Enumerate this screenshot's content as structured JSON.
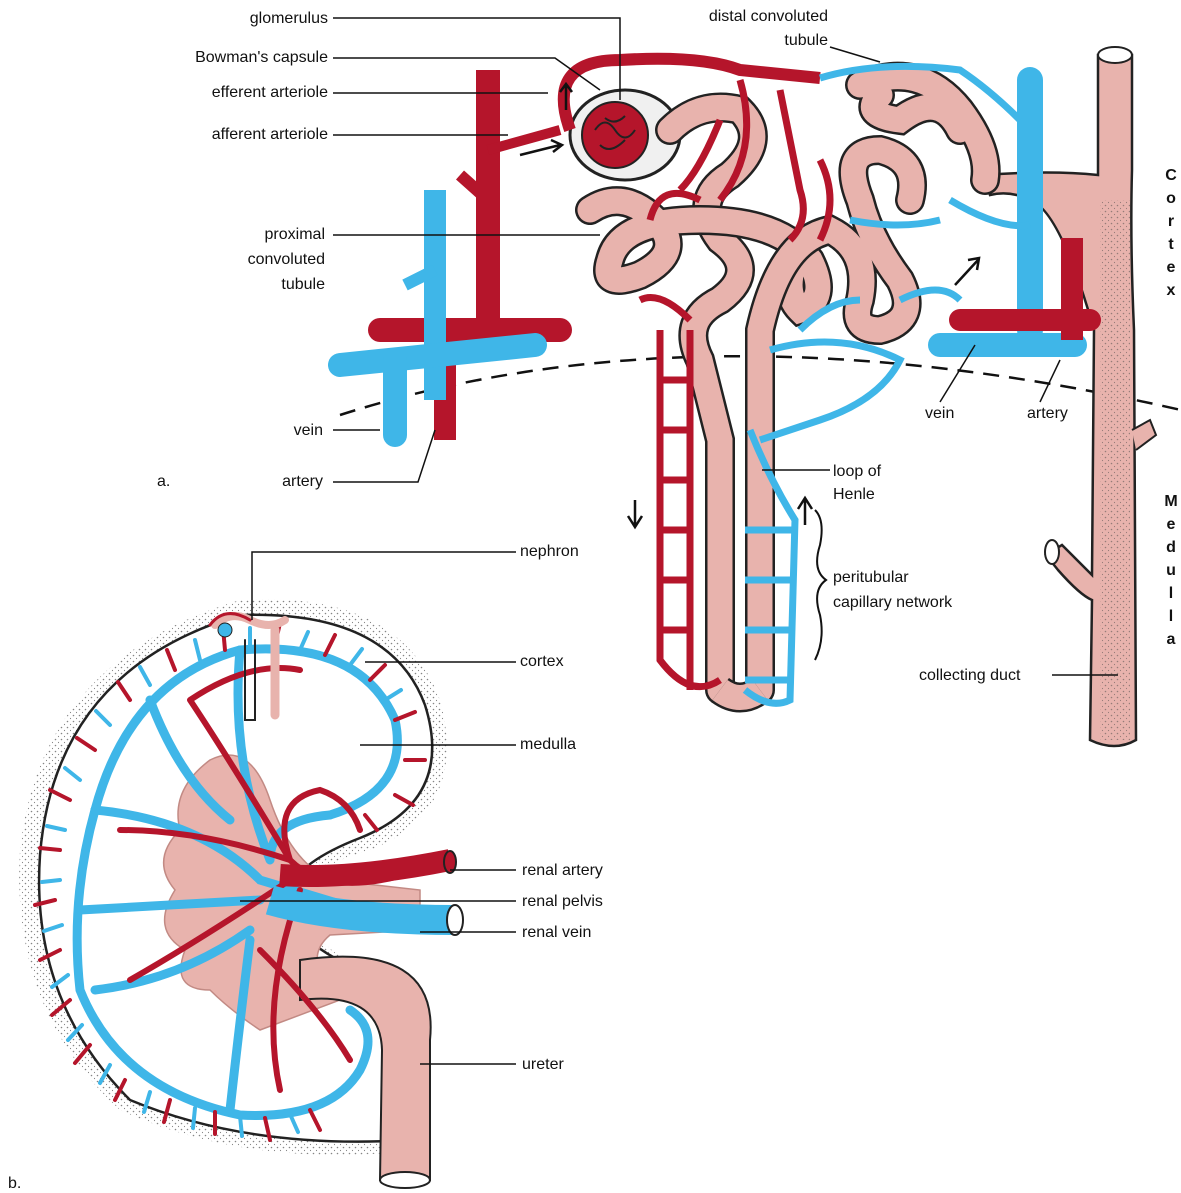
{
  "colors": {
    "artery": "#b5152b",
    "vein": "#3fb6e8",
    "tubule": "#e8b3ad",
    "leader": "#111111"
  },
  "panel_a": {
    "tag": "a.",
    "labels": {
      "glomerulus": "glomerulus",
      "bowmans_capsule": "Bowman's capsule",
      "efferent_arteriole": "efferent arteriole",
      "afferent_arteriole": "afferent arteriole",
      "proximal_1": "proximal",
      "proximal_2": "convoluted",
      "proximal_3": "tubule",
      "vein_left": "vein",
      "artery_left": "artery",
      "distal_1": "distal convoluted",
      "distal_2": "tubule",
      "vein_right": "vein",
      "artery_right": "artery",
      "loop_1": "loop of",
      "loop_2": "Henle",
      "peritubular_1": "peritubular",
      "peritubular_2": "capillary network",
      "collecting_duct": "collecting duct"
    },
    "regions": {
      "cortex": [
        "C",
        "o",
        "r",
        "t",
        "e",
        "x"
      ],
      "medulla": [
        "M",
        "e",
        "d",
        "u",
        "l",
        "l",
        "a"
      ]
    }
  },
  "panel_b": {
    "tag": "b.",
    "labels": {
      "nephron": "nephron",
      "cortex": "cortex",
      "medulla": "medulla",
      "renal_artery": "renal artery",
      "renal_pelvis": "renal pelvis",
      "renal_vein": "renal vein",
      "ureter": "ureter"
    }
  }
}
